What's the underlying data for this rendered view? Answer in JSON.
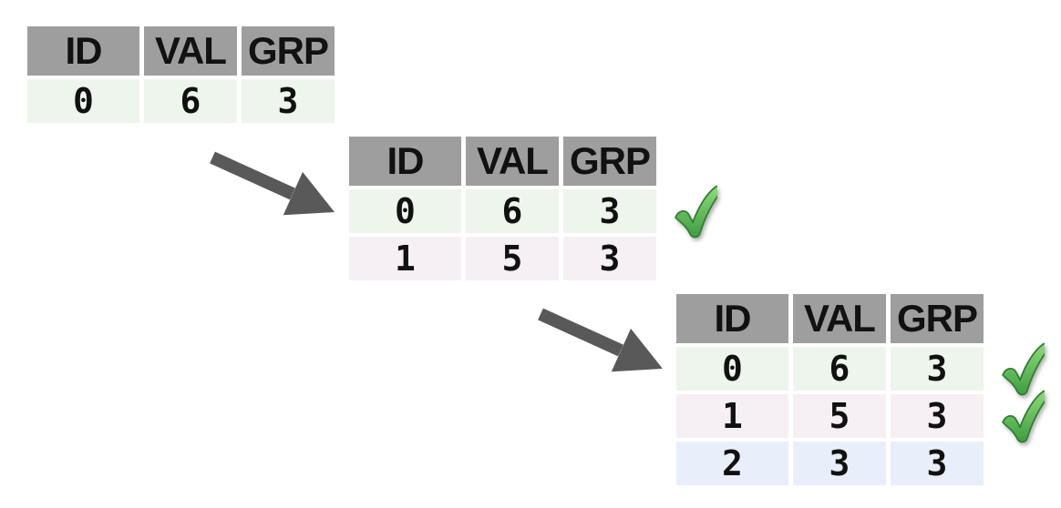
{
  "columns": [
    "ID",
    "VAL",
    "GRP"
  ],
  "tables": [
    {
      "name": "state-table-1",
      "rows": [
        {
          "cells": [
            "0",
            "6",
            "3"
          ],
          "color": "green",
          "checked": false
        }
      ]
    },
    {
      "name": "state-table-2",
      "rows": [
        {
          "cells": [
            "0",
            "6",
            "3"
          ],
          "color": "green",
          "checked": true
        },
        {
          "cells": [
            "1",
            "5",
            "3"
          ],
          "color": "pink",
          "checked": false
        }
      ]
    },
    {
      "name": "state-table-3",
      "rows": [
        {
          "cells": [
            "0",
            "6",
            "3"
          ],
          "color": "green",
          "checked": true
        },
        {
          "cells": [
            "1",
            "5",
            "3"
          ],
          "color": "pink",
          "checked": true
        },
        {
          "cells": [
            "2",
            "3",
            "3"
          ],
          "color": "blue",
          "checked": false
        }
      ]
    }
  ],
  "icons": {
    "arrow": "down-right-arrow-icon",
    "check": "green-check-icon"
  },
  "colors": {
    "background": "#ffffff",
    "header_bg": "#9e9e9e",
    "row_green": "#edf5ed",
    "row_pink": "#f6eff3",
    "row_blue": "#e8eefa",
    "arrow": "#595959",
    "check_fill_top": "#8fd97f",
    "check_fill_bottom": "#3f9e3f",
    "check_stroke": "#2e7d32",
    "text": "#111111"
  }
}
